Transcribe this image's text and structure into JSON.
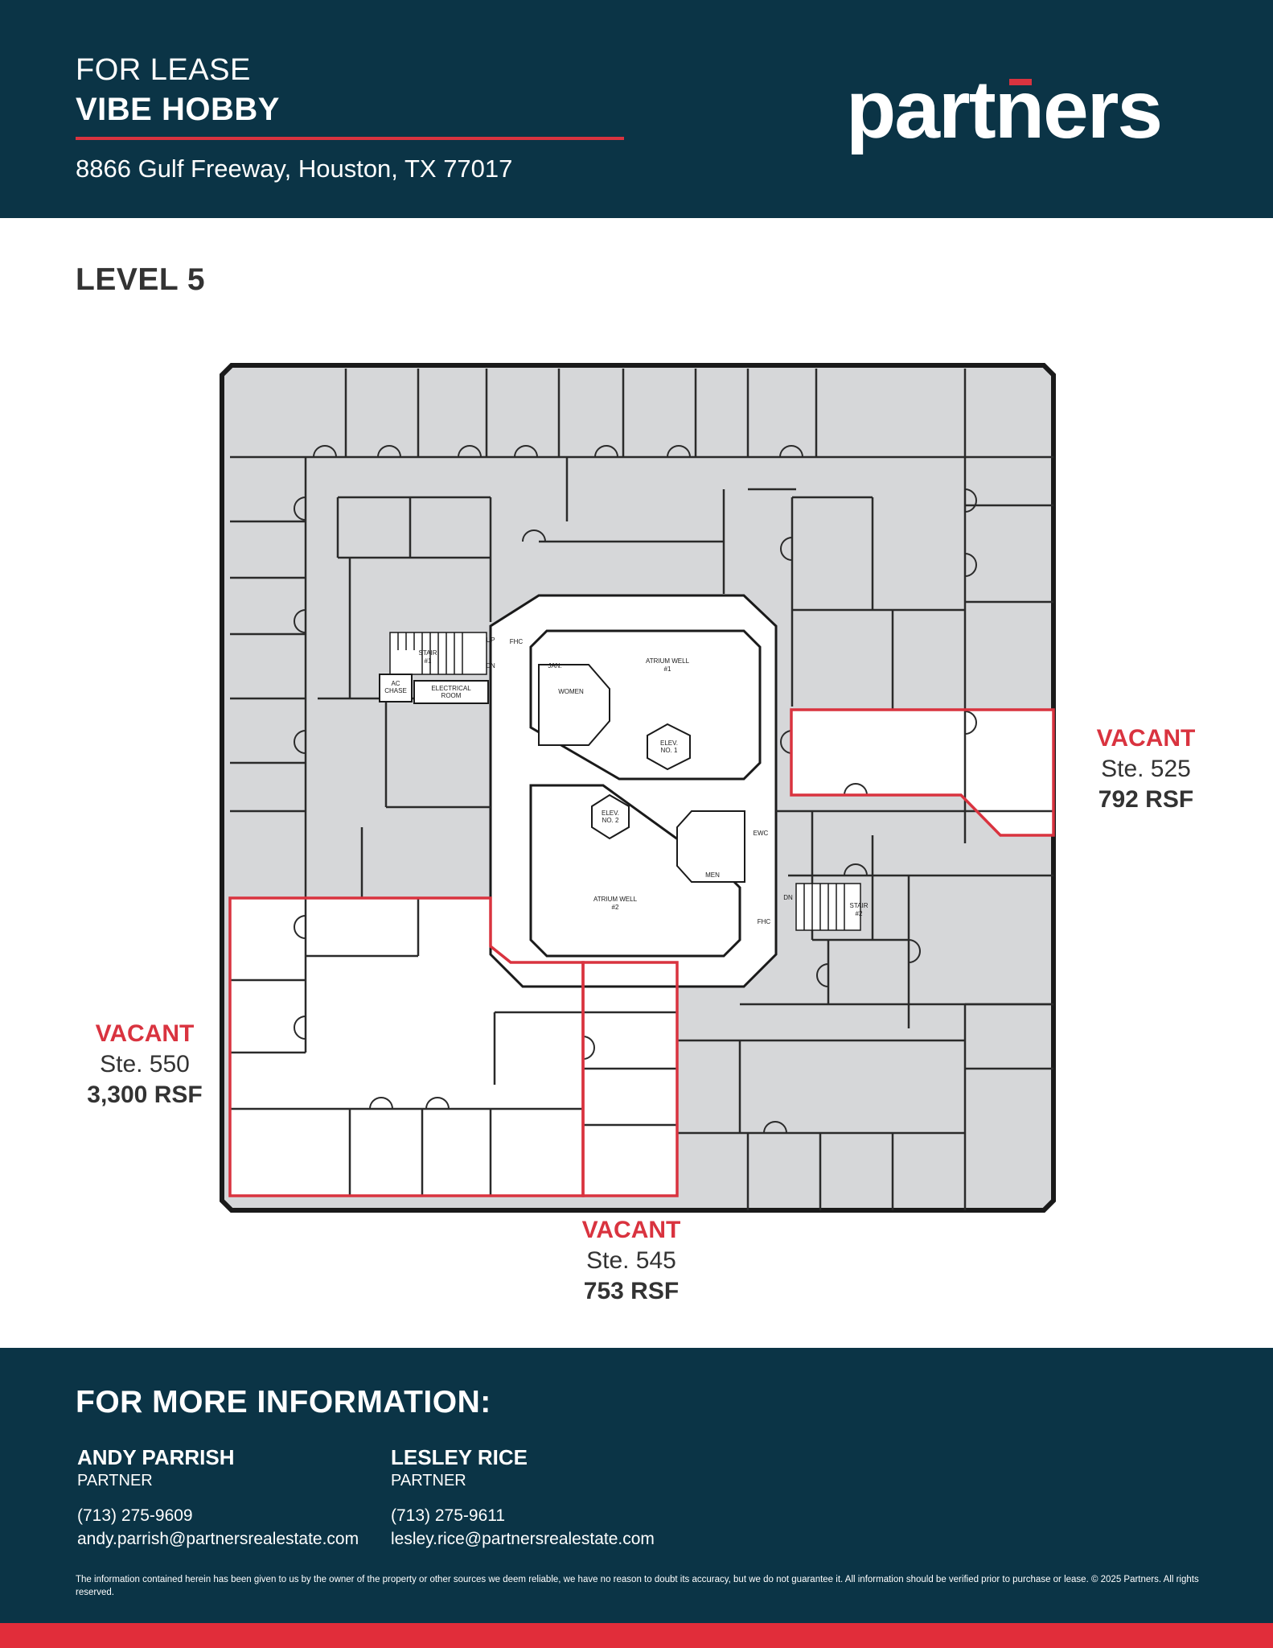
{
  "header": {
    "subtitle": "FOR LEASE",
    "title": "VIBE HOBBY",
    "address": "8866 Gulf Freeway, Houston, TX 77017",
    "logo_text": "partners"
  },
  "level_title": "LEVEL 5",
  "plan_labels": {
    "atrium1": "ATRIUM WELL",
    "atrium1_num": "#1",
    "atrium2": "ATRIUM WELL",
    "atrium2_num": "#2",
    "elev1": "ELEV.",
    "elev1_num": "NO. 1",
    "elev2": "ELEV.",
    "elev2_num": "NO. 2",
    "women": "WOMEN",
    "men": "MEN",
    "jan": "JAN.",
    "ewc": "EWC",
    "fhc1": "FHC",
    "fhc2": "FHC",
    "stair1": "STAIR",
    "stair1_num": "#1",
    "stair2": "STAIR",
    "stair2_num": "#2",
    "up": "UP",
    "dn1": "DN",
    "dn2": "DN",
    "electrical": "ELECTRICAL",
    "electrical2": "ROOM",
    "ac": "AC",
    "ac2": "CHASE"
  },
  "suites": [
    {
      "label": "VACANT",
      "suite": "Ste. 525",
      "rsf": "792 RSF"
    },
    {
      "label": "VACANT",
      "suite": "Ste. 550",
      "rsf": "3,300 RSF"
    },
    {
      "label": "VACANT",
      "suite": "Ste. 545",
      "rsf": "753 RSF"
    }
  ],
  "footer": {
    "title": "FOR MORE INFORMATION:",
    "contacts": [
      {
        "name": "ANDY PARRISH",
        "role": "PARTNER",
        "phone": "(713) 275-9609",
        "email": "andy.parrish@partnersrealestate.com"
      },
      {
        "name": "LESLEY RICE",
        "role": "PARTNER",
        "phone": "(713) 275-9611",
        "email": "lesley.rice@partnersrealestate.com"
      }
    ],
    "disclaimer": "The information contained herein has been given to us by the owner of the property or other sources we deem reliable, we have no reason to doubt its accuracy, but we do not guarantee it. All information should be verified prior to purchase or lease. © 2025 Partners. All rights reserved."
  },
  "colors": {
    "navy": "#0b3446",
    "accent_red": "#d9333f",
    "plan_gray": "#d6d7d9"
  }
}
